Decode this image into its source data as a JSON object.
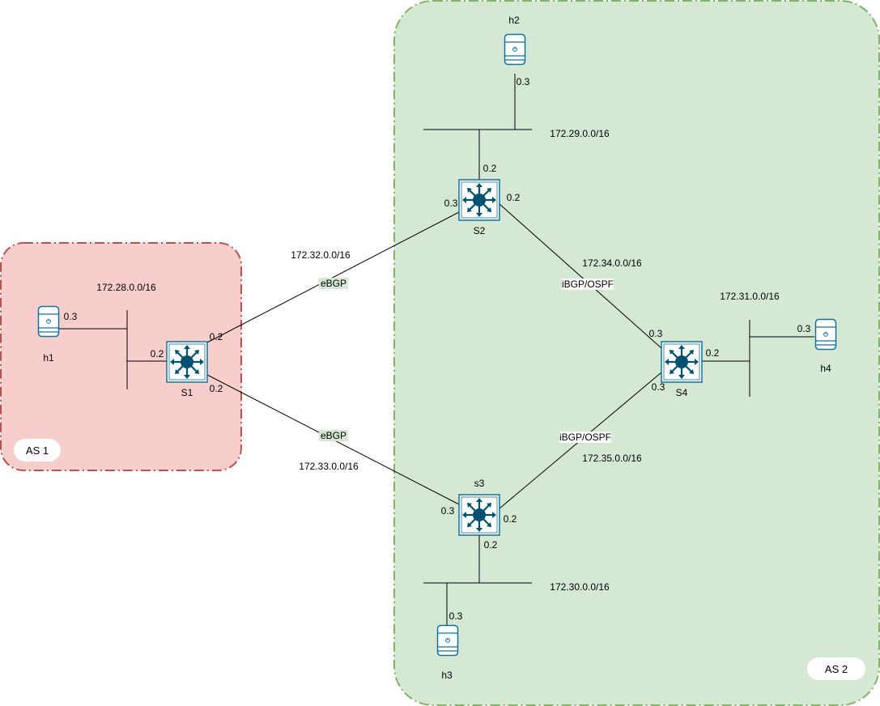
{
  "colors": {
    "as1_fill": "#f8cecc",
    "as1_border": "#b85450",
    "as2_fill": "#d5e8d4",
    "as2_border": "#82b366",
    "device_color": "#10739e",
    "switch_fill": "#005073",
    "wire": "#000000"
  },
  "zones": {
    "as1": {
      "label": "AS 1"
    },
    "as2": {
      "label": "AS 2"
    }
  },
  "switches": {
    "s1": {
      "label": "S1",
      "icon": "layer3-switch-icon"
    },
    "s2": {
      "label": "S2",
      "icon": "layer3-switch-icon"
    },
    "s3": {
      "label": "s3",
      "icon": "layer3-switch-icon"
    },
    "s4": {
      "label": "S4",
      "icon": "layer3-switch-icon"
    }
  },
  "hosts": {
    "h1": {
      "label": "h1",
      "icon": "server-icon"
    },
    "h2": {
      "label": "h2",
      "icon": "server-icon"
    },
    "h3": {
      "label": "h3",
      "icon": "server-icon"
    },
    "h4": {
      "label": "h4",
      "icon": "server-icon"
    }
  },
  "subnets": {
    "n28": "172.28.0.0/16",
    "n29": "172.29.0.0/16",
    "n30": "172.30.0.0/16",
    "n31": "172.31.0.0/16",
    "n32": "172.32.0.0/16",
    "n33": "172.33.0.0/16",
    "n34": "172.34.0.0/16",
    "n35": "172.35.0.0/16"
  },
  "protocols": {
    "s1_s2": "eBGP",
    "s1_s3": "eBGP",
    "s2_s4": "iBGP/OSPF",
    "s3_s4": "iBGP/OSPF"
  },
  "interfaces": {
    "h1": "0.3",
    "s1_lan": "0.2",
    "s1_to_s2": "0.2",
    "s1_to_s3": "0.2",
    "h2": "0.3",
    "s2_lan": "0.2",
    "s2_to_s1": "0.3",
    "s2_to_s4": "0.2",
    "s4_to_s2": "0.3",
    "s4_lan": "0.2",
    "s4_to_s3": "0.3",
    "h4": "0.3",
    "s3_to_s1": "0.3",
    "s3_to_s4": "0.2",
    "s3_lan": "0.2",
    "h3": "0.3"
  }
}
